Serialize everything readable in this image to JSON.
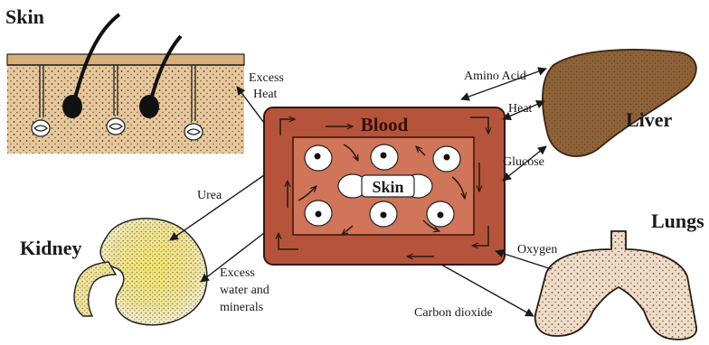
{
  "organs": {
    "skin": "Skin",
    "liver": "Liver",
    "lungs": "Lungs",
    "kidney": "Kidney"
  },
  "center": {
    "title": "Blood",
    "cell_label": "Skin"
  },
  "arrows": {
    "excess_heat": [
      "Excess",
      "Heat"
    ],
    "amino_acid": "Amino Acid",
    "heat": "Heat",
    "glucose": "Glucose",
    "urea": "Urea",
    "excess_water": [
      "Excess",
      "water and",
      "minerals"
    ],
    "oxygen": "Oxygen",
    "carbon_dioxide": "Carbon dioxide"
  },
  "colors": {
    "blood_outer": "#b5543a",
    "blood_inner": "#d0745a",
    "liver": "#8e6238",
    "skin_tissue": "#e8c79a",
    "lung_tissue": "#f0dcc6",
    "kidney_fill": "#f2e57a"
  }
}
